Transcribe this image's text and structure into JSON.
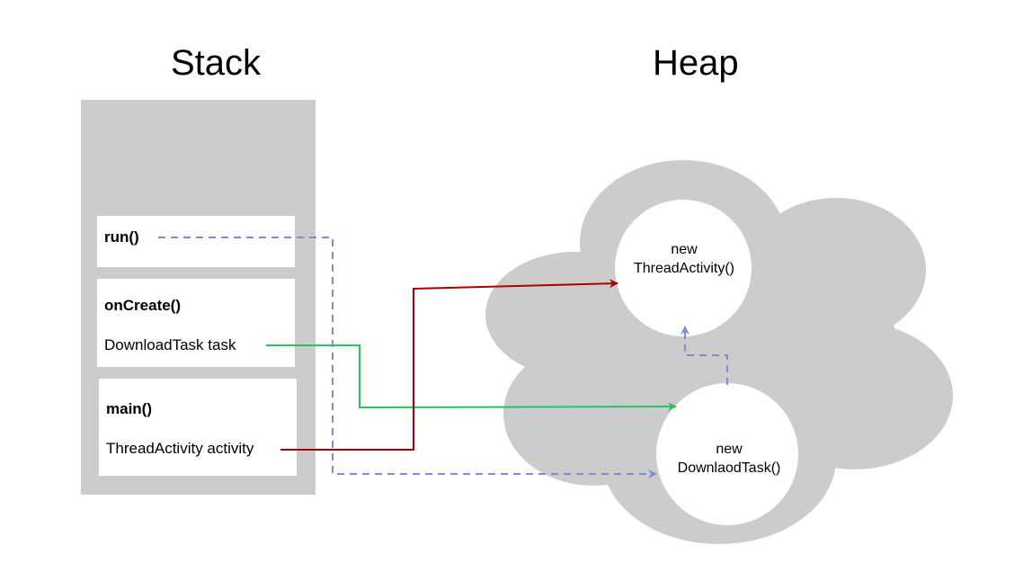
{
  "titles": {
    "stack": "Stack",
    "heap": "Heap"
  },
  "stack": {
    "frames": {
      "run": {
        "label": "run()"
      },
      "oncreate": {
        "label": "onCreate()",
        "variable": "DownloadTask task"
      },
      "main": {
        "label": "main()",
        "variable": "ThreadActivity activity"
      }
    }
  },
  "heap": {
    "objects": {
      "thread_activity": {
        "line1": "new",
        "line2": "ThreadActivity()"
      },
      "download_task": {
        "line1": "new",
        "line2": "DownlaodTask()"
      }
    }
  },
  "colors": {
    "stack_fill": "#cccccc",
    "heap_fill": "#cccccc",
    "reference_main": "#aa0000",
    "reference_oncreate": "#22c55e",
    "reference_run": "#7f8cd6"
  }
}
